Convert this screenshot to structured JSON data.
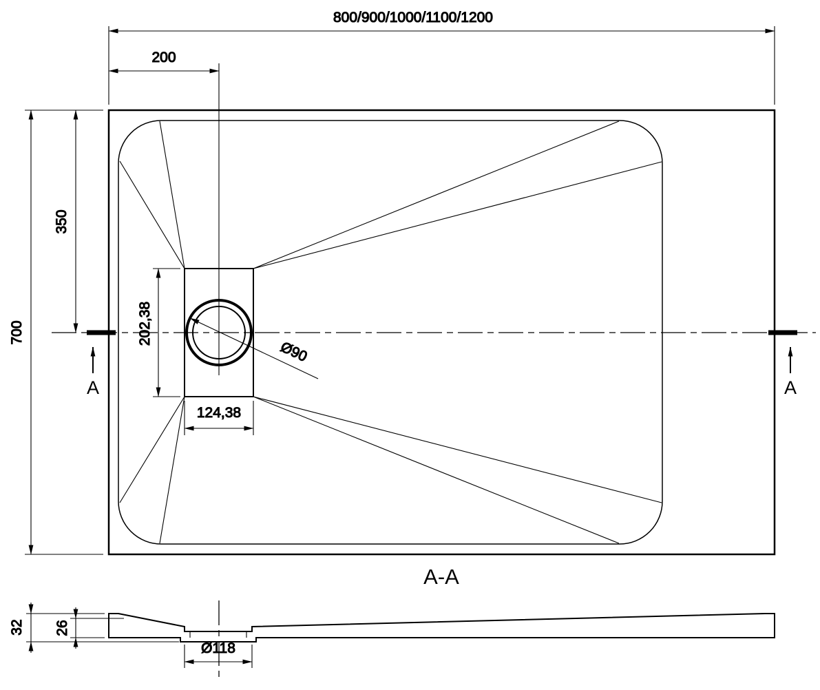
{
  "colors": {
    "line": "#000000",
    "background": "#ffffff"
  },
  "top_view": {
    "overall_width_dim": "800/900/1000/1100/1200",
    "drain_offset_dim": "200",
    "overall_depth_dim": "700",
    "drain_center_depth_dim": "350",
    "drain_box_height_dim": "202,38",
    "drain_box_width_dim": "124,38",
    "drain_diameter_label": "Ø90",
    "section_marker_left": "A",
    "section_marker_right": "A"
  },
  "section_view": {
    "title": "A-A",
    "total_height_dim": "32",
    "inner_height_dim": "26",
    "drain_hole_diameter_dim": "Ø118"
  }
}
